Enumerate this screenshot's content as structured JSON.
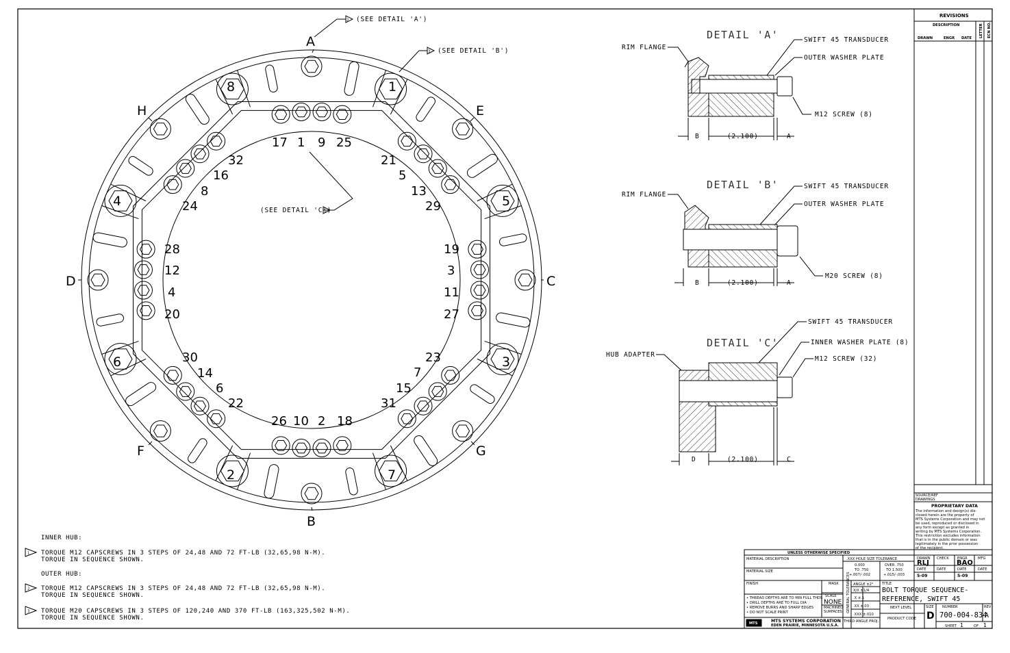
{
  "hub": {
    "letters": {
      "A": "A",
      "B": "B",
      "C": "C",
      "D": "D",
      "E": "E",
      "F": "F",
      "G": "G",
      "H": "H"
    },
    "outer_bolts": [
      "1",
      "2",
      "3",
      "4",
      "5",
      "6",
      "7",
      "8"
    ],
    "callout_a": "(SEE DETAIL 'A')",
    "callout_b": "(SEE DETAIL 'B')",
    "callout_c": "(SEE DETAIL 'C')",
    "flag_a": "2",
    "flag_b": "3",
    "flag_c": "1",
    "inner_sequence": {
      "top": [
        "17",
        "1",
        "9",
        "25"
      ],
      "top_right": [
        "21",
        "5",
        "13",
        "29"
      ],
      "right": [
        "19",
        "3",
        "11",
        "27"
      ],
      "bottom_right": [
        "23",
        "7",
        "15",
        "31"
      ],
      "bottom": [
        "26",
        "10",
        "2",
        "18"
      ],
      "bottom_left": [
        "30",
        "14",
        "6",
        "22"
      ],
      "left": [
        "28",
        "12",
        "4",
        "20"
      ],
      "top_left": [
        "32",
        "16",
        "8",
        "24"
      ]
    }
  },
  "details": {
    "a": {
      "title": "DETAIL 'A'",
      "rim": "RIM FLANGE",
      "transducer": "SWIFT 45 TRANSDUCER",
      "washer": "OUTER WASHER PLATE",
      "screw": "M12 SCREW (8)",
      "dim_left": "B",
      "dim_mid": "(2.100)",
      "dim_right": "A"
    },
    "b": {
      "title": "DETAIL 'B'",
      "rim": "RIM FLANGE",
      "transducer": "SWIFT 45 TRANSDUCER",
      "washer": "OUTER WASHER PLATE",
      "screw": "M20 SCREW (8)",
      "dim_left": "B",
      "dim_mid": "(2.100)",
      "dim_right": "A"
    },
    "c": {
      "title": "DETAIL 'C'",
      "hub": "HUB ADAPTER",
      "transducer": "SWIFT 45 TRANSDUCER",
      "washer": "INNER WASHER PLATE (8)",
      "screw": "M12 SCREW (32)",
      "dim_left": "D",
      "dim_mid": "(2.100)",
      "dim_right": "C"
    }
  },
  "notes": {
    "inner_heading": "INNER HUB:",
    "note1_flag": "1",
    "note1_l1": "TORQUE M12 CAPSCREWS IN 3 STEPS OF 24,48 AND 72 FT-LB (32,65,98 N-M).",
    "note1_l2": "TORQUE IN SEQUENCE SHOWN.",
    "outer_heading": "OUTER HUB:",
    "note2_flag": "2",
    "note2_l1": "TORQUE M12 CAPSCREWS IN 3 STEPS OF 24,48 AND 72 FT-LB (32,65,98 N-M).",
    "note2_l2": "TORQUE IN SEQUENCE SHOWN.",
    "note3_flag": "3",
    "note3_l1": "TORQUE M20 CAPSCREWS IN 3 STEPS OF 120,240 AND 370 FT-LB (163,325,502 N-M).",
    "note3_l2": "TORQUE IN SEQUENCE SHOWN."
  },
  "revisions": {
    "title": "REVISIONS",
    "description": "DESCRIPTION",
    "drawn": "DRAWN",
    "engr": "ENGR",
    "date": "DATE",
    "letter": "LETTER",
    "ecn": "ECN NO."
  },
  "proprietary": {
    "source": "SOURCE/REF",
    "drawings": "DRAWINGS",
    "title": "PROPRIETARY DATA",
    "text": [
      "The information and design(s) dis-",
      "closed herein are the property of",
      "MTS Systems Corporation and may not",
      "be used, reproduced or disclosed in",
      "any form except as granted in",
      "writing by MTS Systems Corporation.",
      "This restriction excludes information",
      "that is in the public domain or was",
      "legitimately in the prior possession",
      "of the recipient."
    ]
  },
  "titleblock": {
    "unless": "UNLESS OTHERWISE SPECIFIED",
    "material_desc": "MATERIAL DESCRIPTION",
    "material_size": "MATERIAL SIZE",
    "finish": "FINISH",
    "mask": "MASK",
    "hole_tol": ".XXX HOLE SIZE TOLERANCE",
    "tol_a1": "0.000",
    "tol_a2": "TO .750",
    "tol_a3": "+.007/-.002",
    "tol_b1": "OVER .750",
    "tol_b2": "TO 1.500",
    "tol_b3": "+.015/-.003",
    "angle": "ANGLE ±2°",
    "frac": "X/X  ±1/4",
    "x1": ".X    ±.1",
    "x2": ".XX   ±.03",
    "x3": ".XXX  ±.010",
    "general": "GENERAL TOLERANCES",
    "bullets": [
      "• THREAD DEPTHS ARE TO MIN FULL THDS",
      "• DRILL DEPTHS ARE TO FULL DIA",
      "• REMOVE BURRS AND SHARP EDGES",
      "• DO NOT SCALE PRINT"
    ],
    "scale_label": "SCALE",
    "scale": "NONE",
    "machined": "MACHINED",
    "surfaces": "SURFACES",
    "third_angle": "THIRD ANGLE PROJ.",
    "company": "MTS SYSTEMS CORPORATION",
    "address": "EDEN PRAIRIE, MINNESOTA U.S.A.",
    "logo": "MTS",
    "drawn_label": "DRAWN",
    "drawn": "RLJ",
    "check_label": "CHECK",
    "engr_label": "ENGR",
    "engr": "BAO",
    "mfg_label": "MFG",
    "date_label": "DATE",
    "date_drawn": "5-09",
    "date_engr": "5-09",
    "title_label": "TITLE",
    "title_1": "BOLT TORQUE SEQUENCE-",
    "title_2": "REFERENCE, SWIFT 45",
    "next_level": "NEXT LEVEL",
    "product_code": "PRODUCT CODE",
    "size_label": "SIZE",
    "size": "D",
    "number_label": "NUMBER",
    "number": "700-004-834",
    "rev_label": "REV",
    "rev": "A",
    "sheet_label": "SHEET",
    "sheet": "1",
    "of": "OF",
    "sheets": "1"
  }
}
